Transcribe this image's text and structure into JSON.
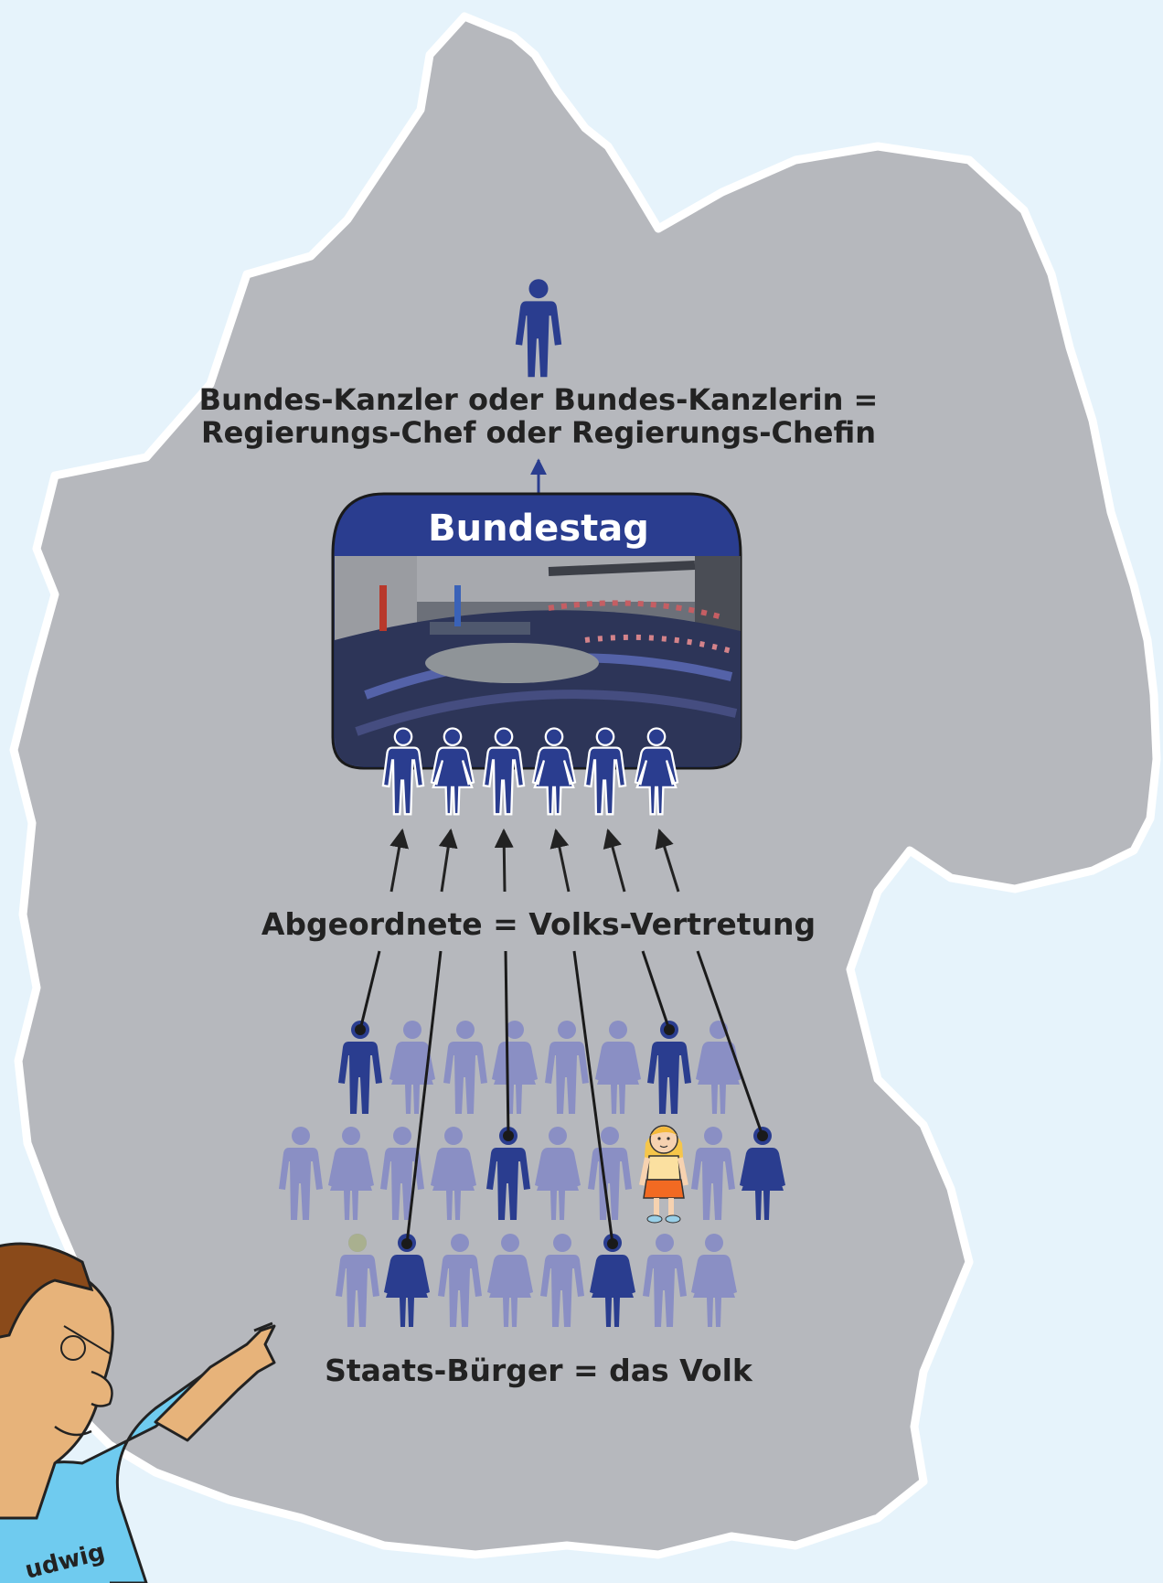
{
  "chancellor": {
    "line1": "Bundes-Kanzler oder Bundes-Kanzlerin =",
    "line2": "Regierungs-Chef oder Regierungs-Chefin"
  },
  "bundestag": {
    "title": "Bundestag"
  },
  "deputies": {
    "label": "Abgeordnete = Volks-Vertretung"
  },
  "citizens": {
    "label": "Staats-Bürger = das Volk"
  },
  "character": {
    "shirt_text": "udwig"
  },
  "colors": {
    "background": "#e6f3fb",
    "map": "#b6b8bd",
    "dark_blue": "#2a3d8f",
    "light_figure": "#8a8fc4",
    "shirt": "#6fcbef",
    "skin": "#e7b37a",
    "hair": "#8a4a1a"
  },
  "icons": [
    "person-male-icon",
    "person-female-icon",
    "girl-cartoon-icon",
    "pointing-man-icon"
  ]
}
